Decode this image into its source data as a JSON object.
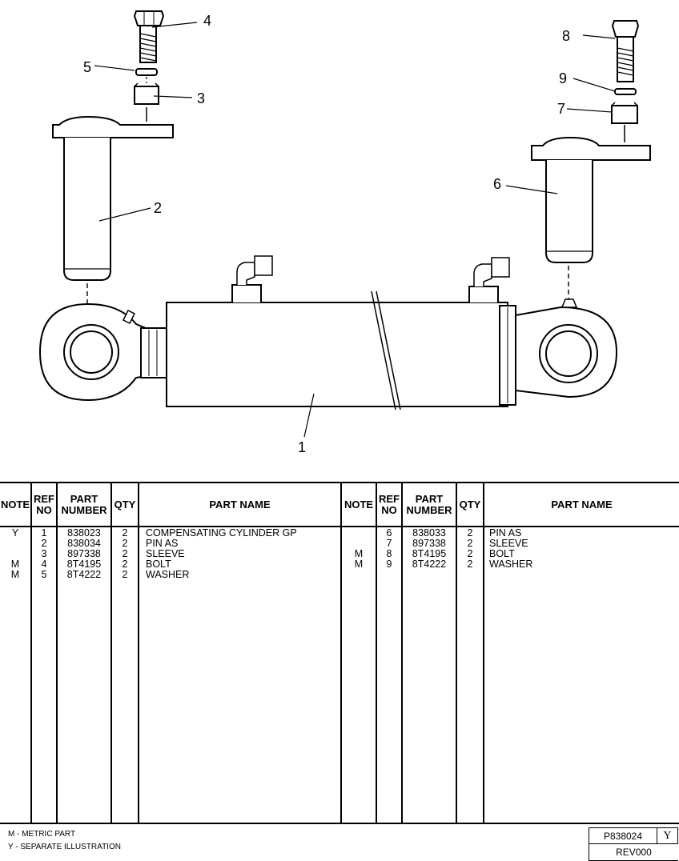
{
  "callouts": {
    "c1": "1",
    "c2": "2",
    "c3": "3",
    "c4": "4",
    "c5": "5",
    "c6": "6",
    "c7": "7",
    "c8": "8",
    "c9": "9"
  },
  "table_headers": {
    "note": "NOTE",
    "ref_no": "REF\nNO",
    "part_number": "PART\nNUMBER",
    "qty": "QTY",
    "part_name": "PART NAME"
  },
  "left_rows": [
    {
      "note": "Y",
      "ref": "1",
      "part": "838023",
      "qty": "2",
      "name": "COMPENSATING CYLINDER GP"
    },
    {
      "note": "",
      "ref": "2",
      "part": "838034",
      "qty": "2",
      "name": "PIN AS"
    },
    {
      "note": "",
      "ref": "3",
      "part": "897338",
      "qty": "2",
      "name": "SLEEVE"
    },
    {
      "note": "M",
      "ref": "4",
      "part": "8T4195",
      "qty": "2",
      "name": "BOLT"
    },
    {
      "note": "M",
      "ref": "5",
      "part": "8T4222",
      "qty": "2",
      "name": "WASHER"
    }
  ],
  "right_rows": [
    {
      "note": "",
      "ref": "6",
      "part": "838033",
      "qty": "2",
      "name": "PIN AS"
    },
    {
      "note": "",
      "ref": "7",
      "part": "897338",
      "qty": "2",
      "name": "SLEEVE"
    },
    {
      "note": "M",
      "ref": "8",
      "part": "8T4195",
      "qty": "2",
      "name": "BOLT"
    },
    {
      "note": "M",
      "ref": "9",
      "part": "8T4222",
      "qty": "2",
      "name": "WASHER"
    }
  ],
  "footnotes": {
    "metric": "M - METRIC PART",
    "separate": "Y - SEPARATE ILLUSTRATION"
  },
  "title_block": {
    "drawing_number": "P838024",
    "flag": "Y",
    "revision": "REV000"
  }
}
